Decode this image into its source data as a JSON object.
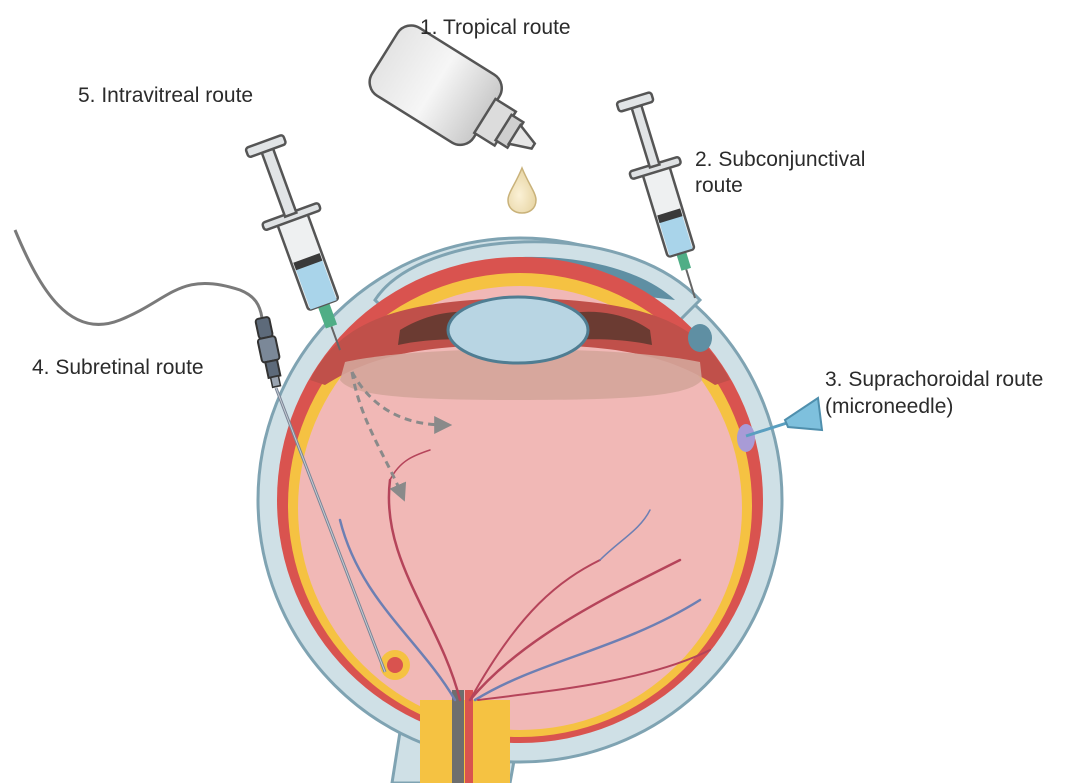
{
  "labels": {
    "topical": "1. Tropical route",
    "subconjunctival_line1": "2. Subconjunctival",
    "subconjunctival_line2": "route",
    "suprachoroidal_line1": "3. Suprachoroidal route",
    "suprachoroidal_line2": "(microneedle)",
    "subretinal": "4. Subretinal route",
    "intravitreal": "5. Intravitreal route"
  },
  "icons": [
    "eye-drop-bottle-icon",
    "syringe-icon",
    "microneedle-icon",
    "subretinal-cannula-icon",
    "drop-icon"
  ],
  "colors": {
    "sclera": "#cfe0e6",
    "sclera_outline": "#7fa3b2",
    "choroid": "#d9534f",
    "retina_band": "#f5c242",
    "vitreous": "#f1b8b6",
    "lens": "#b8d5e3",
    "anterior_chamber": "#5f8fa3",
    "syringe_fluid": "#a9d4ea",
    "needle_green": "#4fae86",
    "arrow": "#8a8a8a"
  }
}
